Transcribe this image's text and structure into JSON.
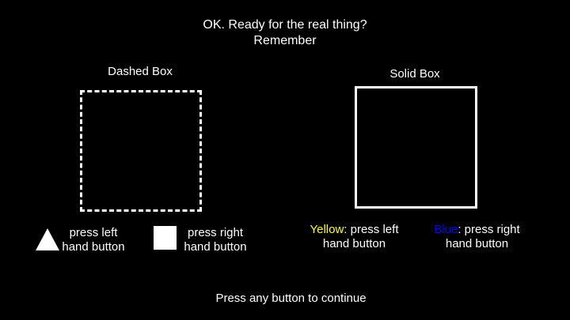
{
  "header": {
    "line1": "OK. Ready for the real thing?",
    "line2": "Remember"
  },
  "dashed": {
    "label": "Dashed Box",
    "triangle_rule_line1": "press left",
    "triangle_rule_line2": "hand button",
    "square_rule_line1": "press right",
    "square_rule_line2": "hand button"
  },
  "solid": {
    "label": "Solid Box",
    "yellow_word": "Yellow",
    "yellow_rule_line1_rest": ": press left",
    "yellow_rule_line2": "hand button",
    "blue_word": "Blue",
    "blue_rule_line1_rest": ": press right",
    "blue_rule_line2": "hand button"
  },
  "footer": {
    "prompt": "Press any button to continue"
  },
  "colors": {
    "background": "#000000",
    "foreground": "#ffffff",
    "yellow": "#ffff00",
    "blue": "#0000ff"
  }
}
